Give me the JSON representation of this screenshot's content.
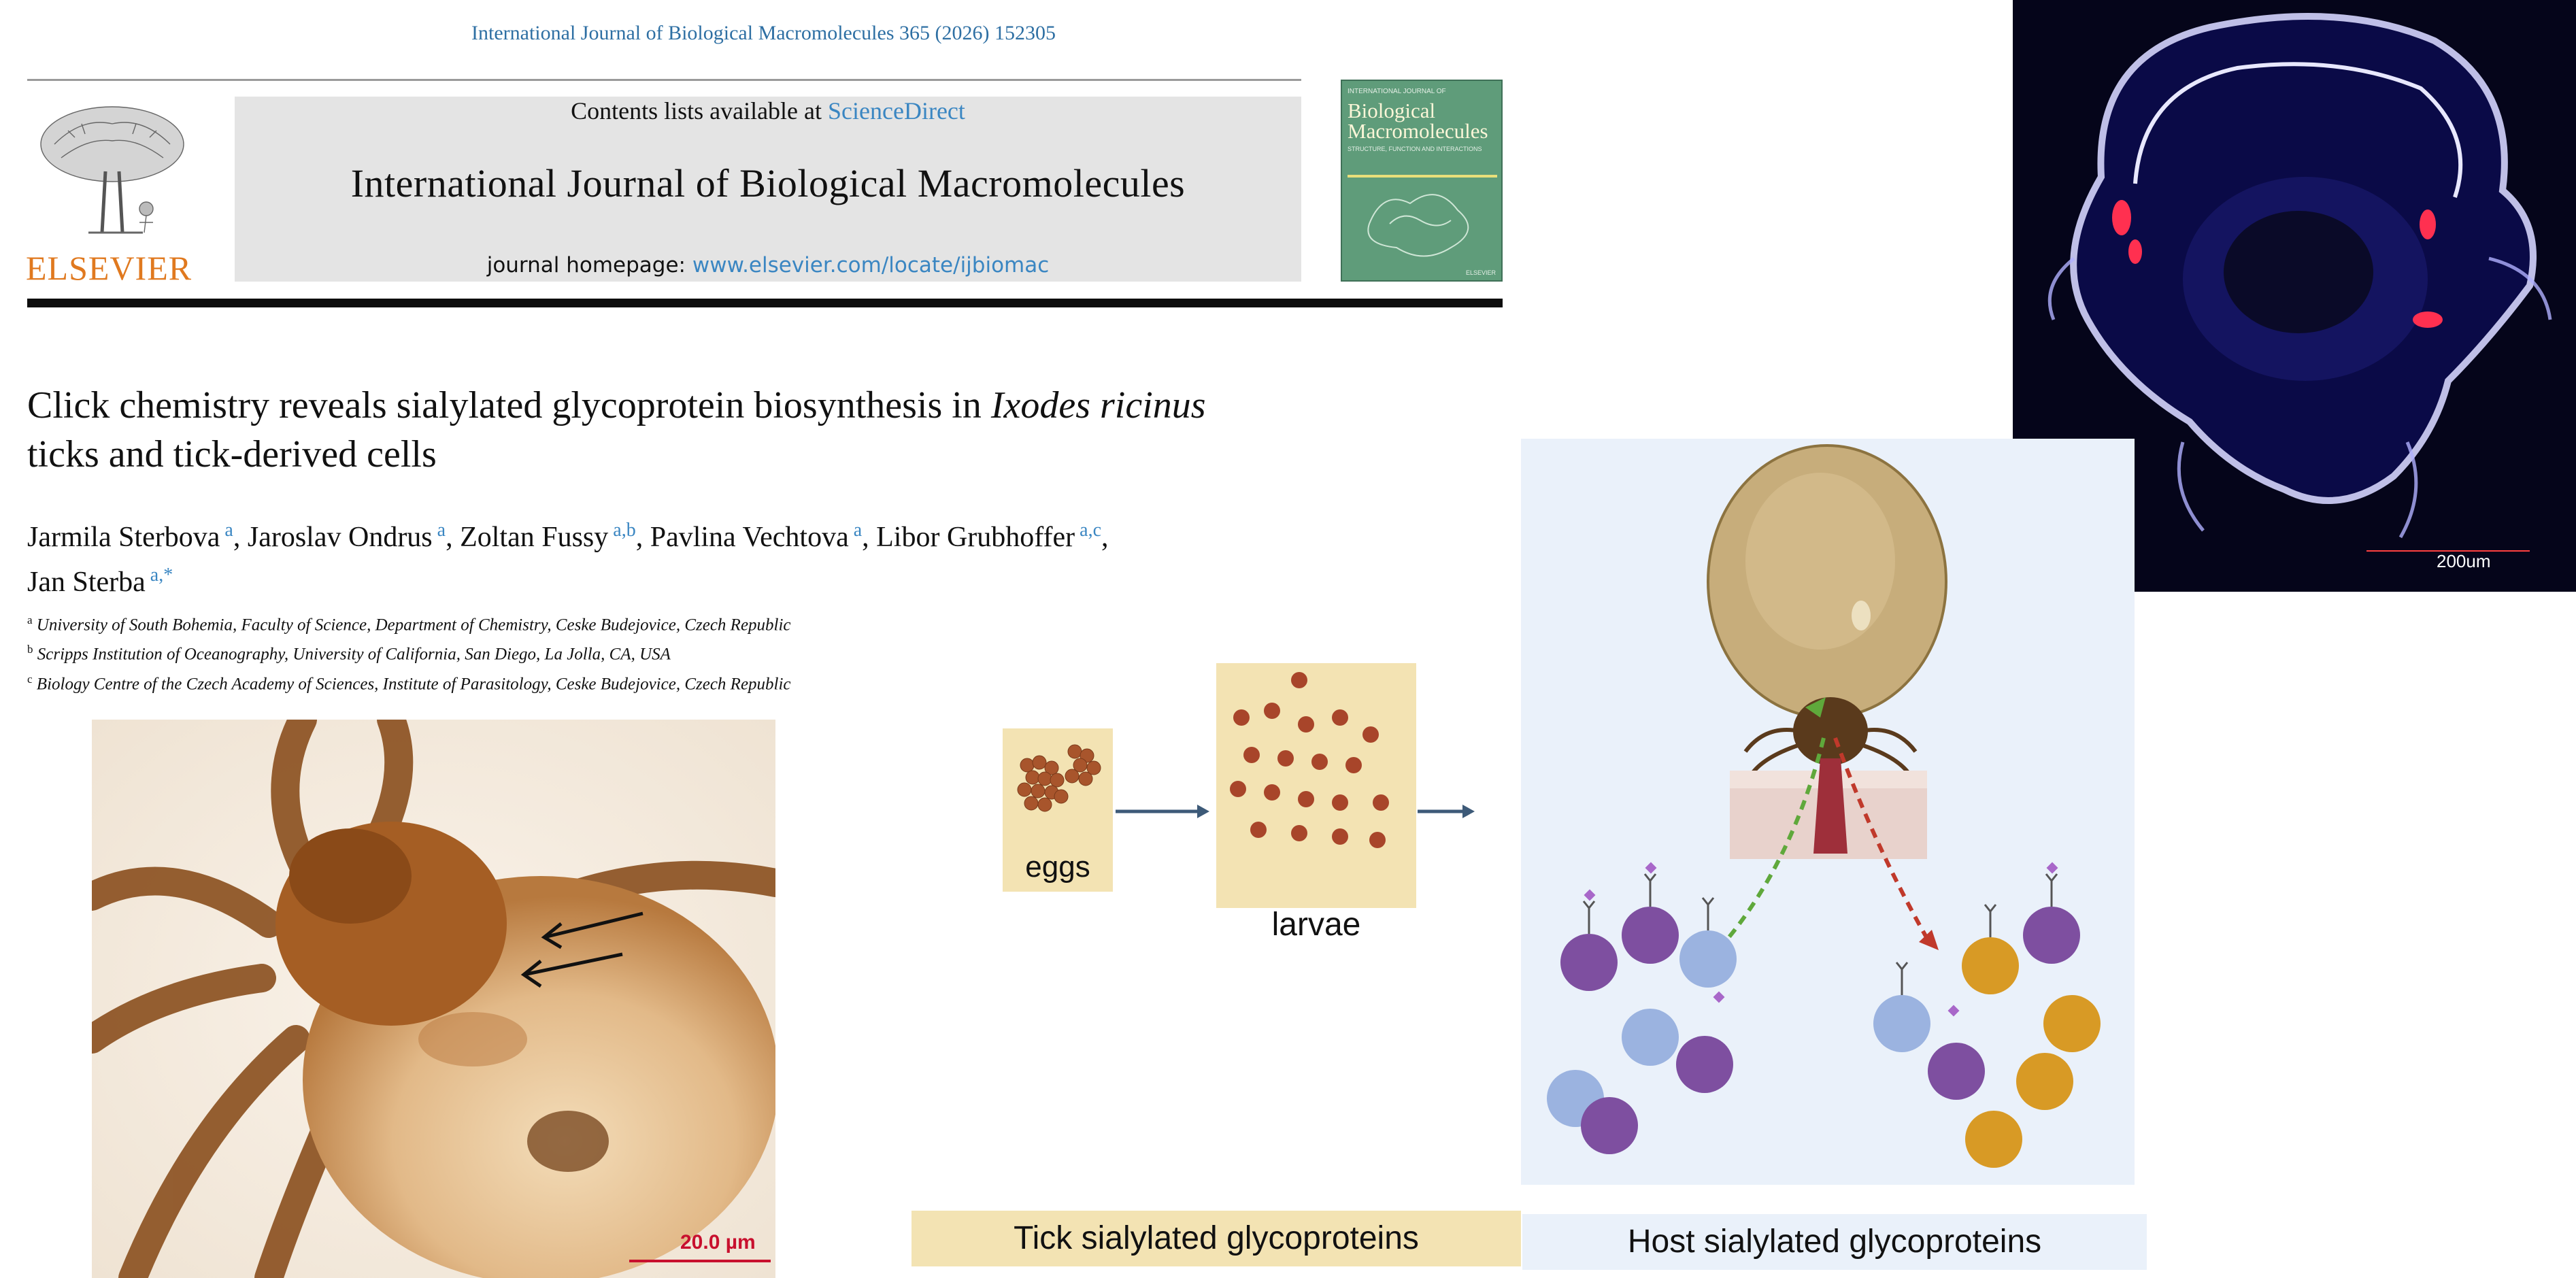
{
  "header": {
    "journal_ref": "International Journal of Biological Macromolecules 365 (2026) 152305",
    "contents_prefix": "Contents lists available at ",
    "contents_link": "ScienceDirect",
    "journal_title": "International Journal of Biological Macromolecules",
    "homepage_prefix": "journal homepage: ",
    "homepage_link": "www.elsevier.com/locate/ijbiomac",
    "publisher": "ELSEVIER",
    "cover": {
      "top_text": "INTERNATIONAL JOURNAL OF",
      "title": "Biological Macromolecules",
      "subtitle": "STRUCTURE, FUNCTION AND INTERACTIONS",
      "publisher": "ELSEVIER",
      "color": "#5f9c7a"
    }
  },
  "article": {
    "title_part1": "Click chemistry reveals sialylated glycoprotein biosynthesis in ",
    "title_italic": "Ixodes ricinus",
    "title_part2": "ticks and tick-derived cells",
    "authors": [
      {
        "name": "Jarmila Sterbova",
        "aff": "a",
        "sep": ", "
      },
      {
        "name": "Jaroslav Ondrus",
        "aff": "a",
        "sep": ", "
      },
      {
        "name": "Zoltan Fussy",
        "aff": "a,b",
        "sep": ", "
      },
      {
        "name": "Pavlina Vechtova",
        "aff": "a",
        "sep": ", "
      },
      {
        "name": "Libor Grubhoffer",
        "aff": "a,c",
        "sep": ","
      },
      {
        "name": "Jan Sterba",
        "aff": "a,*",
        "sep": ""
      }
    ],
    "affiliations": [
      {
        "key": "a",
        "text": "University of South Bohemia, Faculty of Science, Department of Chemistry, Ceske Budejovice, Czech Republic"
      },
      {
        "key": "b",
        "text": "Scripps Institution of Oceanography, University of California, San Diego, La Jolla, CA, USA"
      },
      {
        "key": "c",
        "text": "Biology Centre of the Czech Academy of Sciences, Institute of Parasitology, Ceske Budejovice, Czech Republic"
      }
    ]
  },
  "figures": {
    "micro_scale": "20.0 µm",
    "confocal_scale": "200um",
    "eggs": "eggs",
    "larvae": "larvae",
    "tick_label": "Tick sialylated glycoproteins",
    "host_label": "Host sialylated glycoproteins"
  },
  "colors": {
    "link": "#3a86c2",
    "elsevier_orange": "#e0791f",
    "purple_protein": "#7e4fa0",
    "blue_protein": "#9bb3e0",
    "orange_protein": "#d89a25",
    "green_arrow": "#5fa83b",
    "red_arrow": "#c0392b"
  }
}
